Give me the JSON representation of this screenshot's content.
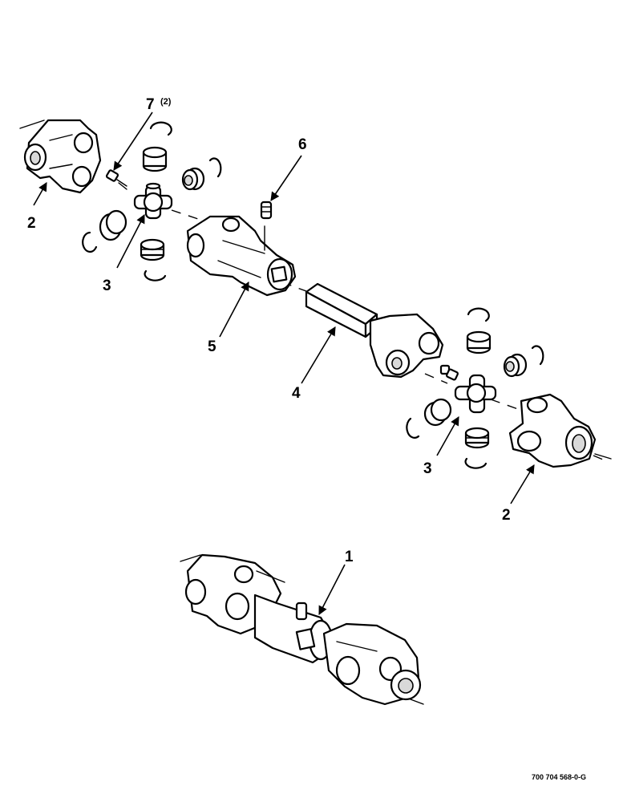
{
  "callouts": {
    "one": "1",
    "two_upper": "2",
    "two_lower": "2",
    "three_upper": "3",
    "three_lower": "3",
    "four": "4",
    "five": "5",
    "six": "6",
    "seven": "7",
    "seven_qty": "(2)"
  },
  "drawing_number": "700 704 568-0-G"
}
